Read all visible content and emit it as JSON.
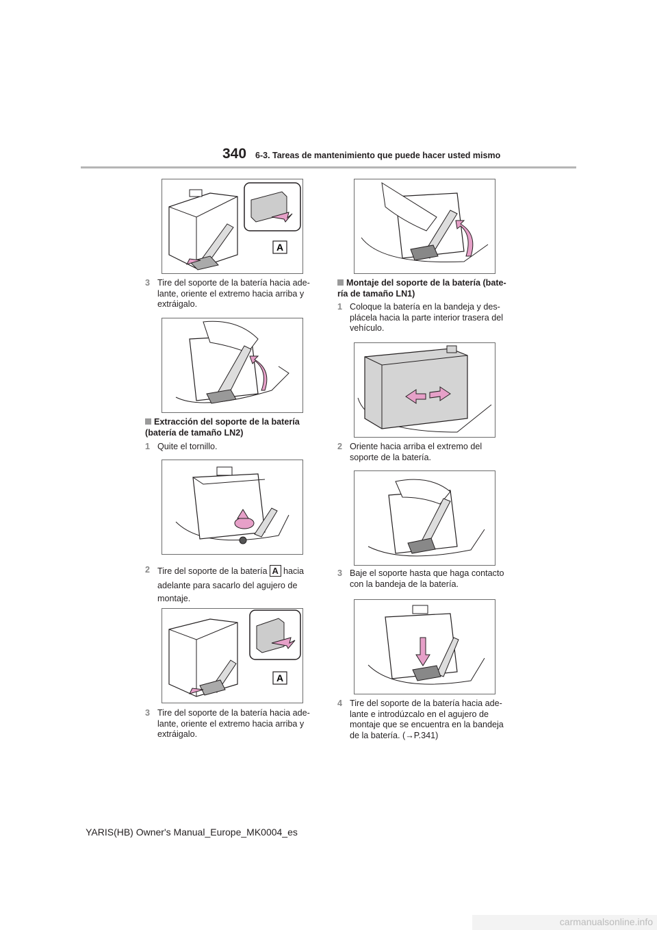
{
  "header": {
    "page_number": "340",
    "section_title": "6-3. Tareas de mantenimiento que puede hacer usted mismo"
  },
  "left": {
    "step3a_num": "3",
    "step3a_text": "Tire del soporte de la batería hacia ade-\nlante, oriente el extremo hacia arriba y\nextráigalo.",
    "heading_ln2": "Extracción del soporte de la batería\n(batería de tamaño LN2)",
    "step1_num": "1",
    "step1_text": "Quite el tornillo.",
    "step2_num": "2",
    "step2_text_pre": "Tire del soporte de la batería",
    "step2_box": "A",
    "step2_text_post": "hacia",
    "step2_text_rest": "adelante para sacarlo del agujero de\nmontaje.",
    "step3b_num": "3",
    "step3b_text": "Tire del soporte de la batería hacia ade-\nlante, oriente el extremo hacia arriba y\nextráigalo.",
    "callout_a": "A"
  },
  "right": {
    "heading_ln1": "Montaje del soporte de la batería (bate-\nría de tamaño LN1)",
    "step1_num": "1",
    "step1_text": "Coloque la batería en la bandeja y des-\nplácela hacia la parte interior trasera del\nvehículo.",
    "step2_num": "2",
    "step2_text": "Oriente hacia arriba el extremo del\nsoporte de la batería.",
    "step3_num": "3",
    "step3_text": "Baje el soporte hasta que haga contacto\ncon la bandeja de la batería.",
    "step4_num": "4",
    "step4_text": "Tire del soporte de la batería hacia ade-\nlante e introdúzcalo en el agujero de\nmontaje que se encuentra en la bandeja\nde la batería. (→P.341)"
  },
  "footer": {
    "manual_id": "YARIS(HB) Owner's Manual_Europe_MK0004_es",
    "watermark": "carmanualsonline.info"
  },
  "colors": {
    "arrow_pink": "#e6a0c8",
    "battery_gray": "#d4d4d4",
    "rule_gray": "#b5b5b5"
  }
}
